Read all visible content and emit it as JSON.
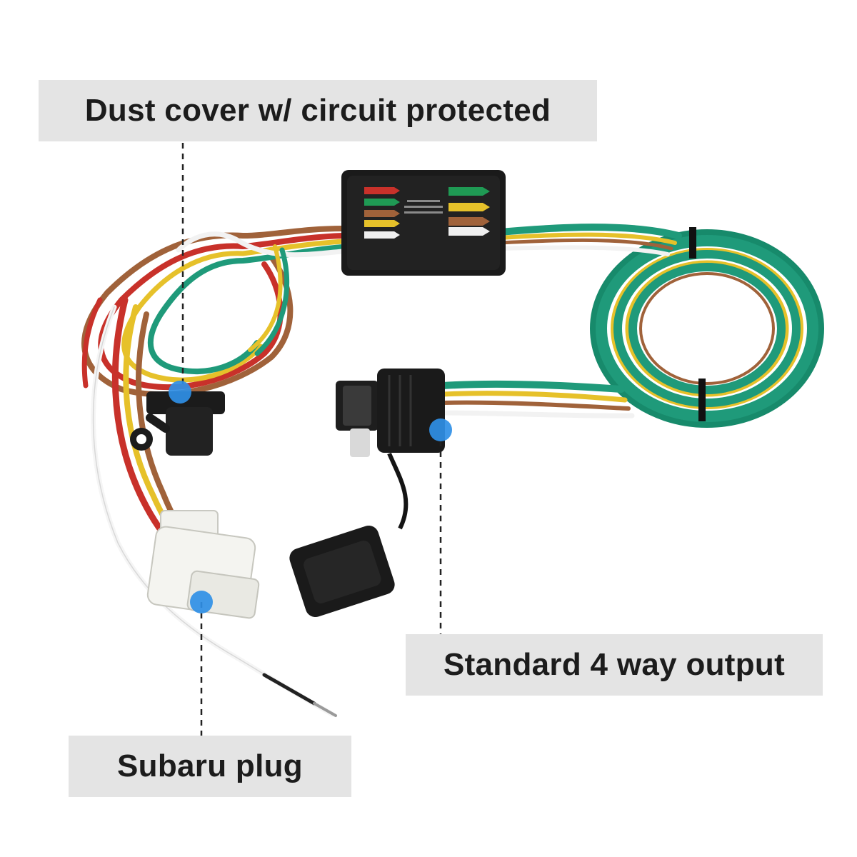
{
  "callouts": {
    "dust_cover": "Dust cover w/ circuit protected",
    "standard_output": "Standard 4 way output",
    "subaru_plug": "Subaru plug"
  },
  "colors": {
    "wire_green": "#1f9a7a",
    "wire_yellow": "#e6c12a",
    "wire_brown": "#a0623a",
    "wire_white": "#f2f2f2",
    "wire_red": "#c8312a",
    "marker_blue": "#2f8fe6",
    "callout_bg": "#e4e4e4"
  }
}
